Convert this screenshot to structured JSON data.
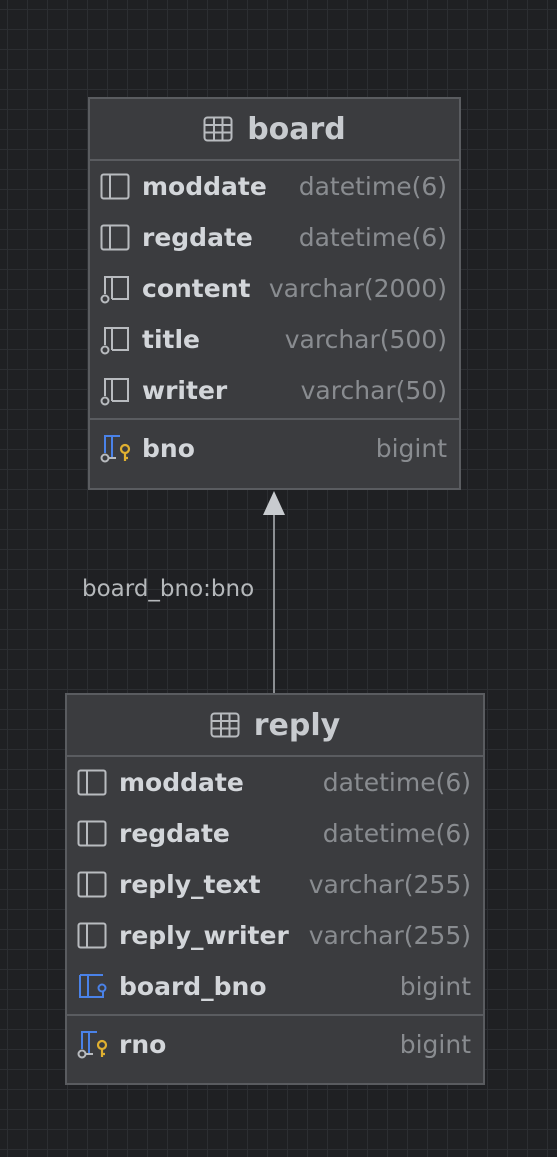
{
  "tables": {
    "board": {
      "name": "board",
      "columns": [
        {
          "name": "moddate",
          "type": "datetime(6)",
          "icon": "column-icon"
        },
        {
          "name": "regdate",
          "type": "datetime(6)",
          "icon": "column-icon"
        },
        {
          "name": "content",
          "type": "varchar(2000)",
          "icon": "nullable-column-icon"
        },
        {
          "name": "title",
          "type": "varchar(500)",
          "icon": "nullable-column-icon"
        },
        {
          "name": "writer",
          "type": "varchar(50)",
          "icon": "nullable-column-icon"
        }
      ],
      "primary_key": {
        "name": "bno",
        "type": "bigint",
        "icon": "primary-key-icon"
      }
    },
    "reply": {
      "name": "reply",
      "columns": [
        {
          "name": "moddate",
          "type": "datetime(6)",
          "icon": "column-icon"
        },
        {
          "name": "regdate",
          "type": "datetime(6)",
          "icon": "column-icon"
        },
        {
          "name": "reply_text",
          "type": "varchar(255)",
          "icon": "column-icon"
        },
        {
          "name": "reply_writer",
          "type": "varchar(255)",
          "icon": "column-icon"
        },
        {
          "name": "board_bno",
          "type": "bigint",
          "icon": "foreign-key-icon"
        }
      ],
      "primary_key": {
        "name": "rno",
        "type": "bigint",
        "icon": "primary-key-icon"
      }
    }
  },
  "relation": {
    "label": "board_bno:bno"
  },
  "colors": {
    "background": "#1f2023",
    "table_fill": "#3b3c3f",
    "border": "#5a5c60",
    "key_blue": "#4a82e8",
    "key_gold": "#e0b030"
  }
}
